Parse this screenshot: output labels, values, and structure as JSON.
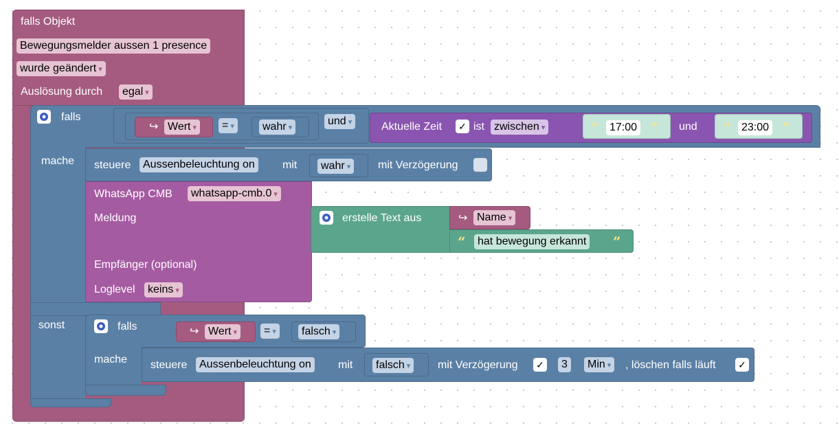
{
  "colors": {
    "event": "#a55b80",
    "control": "#5b80a5",
    "logic_pink": "#a55b80",
    "time_purple": "#8a55b0",
    "whatsapp": "#a55ba1",
    "text_green": "#5ba58c"
  },
  "event": {
    "title": "falls Objekt",
    "object_name": "Bewegungsmelder aussen 1 presence",
    "trigger_label": "wurde geändert",
    "ack_label": "Auslösung durch",
    "ack_value": "egal"
  },
  "if1": {
    "falls_label": "falls",
    "mache_label": "mache",
    "sonst_label": "sonst",
    "cond_value_label": "Wert",
    "cond_op": "=",
    "cond_bool": "wahr",
    "and_label": "und",
    "time": {
      "label": "Aktuelle Zeit",
      "ist_label": "ist",
      "mode": "zwischen",
      "from": "17:00",
      "and_label": "und",
      "to": "23:00"
    },
    "control": {
      "label": "steuere",
      "object": "Aussenbeleuchtung on",
      "mit_label": "mit",
      "value": "wahr",
      "delay_label": "mit Verzögerung"
    },
    "whatsapp": {
      "title": "WhatsApp CMB",
      "instance": "whatsapp-cmb.0",
      "message_label": "Meldung",
      "recipient_label": "Empfänger (optional)",
      "loglevel_label": "Loglevel",
      "loglevel_value": "keins",
      "text_join_label": "erstelle Text aus",
      "name_label": "Name",
      "text_value": "hat bewegung erkannt"
    }
  },
  "if2": {
    "falls_label": "falls",
    "mache_label": "mache",
    "cond_value_label": "Wert",
    "cond_op": "=",
    "cond_bool": "falsch",
    "control": {
      "label": "steuere",
      "object": "Aussenbeleuchtung on",
      "mit_label": "mit",
      "value": "falsch",
      "delay_label": "mit Verzögerung",
      "delay_value": "3",
      "unit": "Min",
      "clear_label": ", löschen falls läuft"
    }
  },
  "icons": {
    "gear": "gear-icon",
    "checkbox": "checkbox-icon",
    "dropdown": "dropdown-arrow-icon",
    "value_arrow": "value-arrow-icon",
    "quote_open": "quote-open-icon",
    "quote_close": "quote-close-icon"
  },
  "glyphs": {
    "dropdown": "▾",
    "check": "✓",
    "value_arrow": "↪",
    "quote_open": "“",
    "quote_close": "”"
  }
}
